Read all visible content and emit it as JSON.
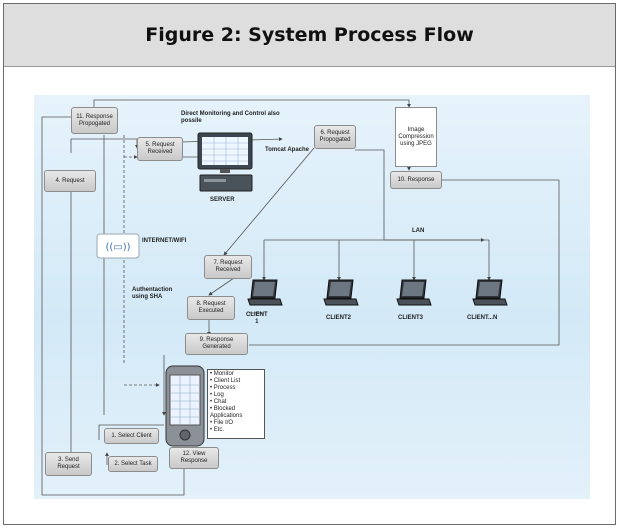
{
  "figure": {
    "title": "Figure 2: System Process Flow"
  },
  "nodes": {
    "response_propogated": "11. Response\nPropogated",
    "request_received_5": "5. Request\nReceived",
    "request_propogated_6": "6. Request\nPropogated",
    "request_4": "4. Request",
    "image_compression": "Image\nCompression\nusing JPEG",
    "response_10": "10. Response",
    "request_received_7": "7. Request\nReceived",
    "request_executed_8": "8. Request\nExecuted",
    "response_generated_9": "9. Response\nGenerated",
    "select_client": "1. Select Client",
    "select_task": "2. Select Task",
    "send_request": "3. Send\nRequest",
    "view_response": "12. View\nResponse"
  },
  "labels": {
    "monitoring": "Direct Monitoring and Control also\npossile",
    "tomcat": "Tomcat Apache",
    "server": "SERVER",
    "internet": "INTERNET/WIFI",
    "lan": "LAN",
    "auth": "Authentaction\nusing SHA",
    "client1": "CLIENT\n1",
    "client2": "CLIENT2",
    "client3": "CLIENT3",
    "clientn": "CLIENT...N"
  },
  "task_list": [
    "Monitor",
    "Client List",
    "Process",
    "Log",
    "Chat",
    "Blocked Applications",
    "File I/O",
    "Etc."
  ],
  "colors": {
    "canvas": "#dbeef9",
    "box": "#d6d6d6",
    "line": "#444444",
    "header": "#dedede"
  },
  "icons": {
    "server": "server-icon",
    "wifi": "wifi-icon",
    "laptop": "laptop-icon",
    "phone": "smartphone-icon"
  }
}
